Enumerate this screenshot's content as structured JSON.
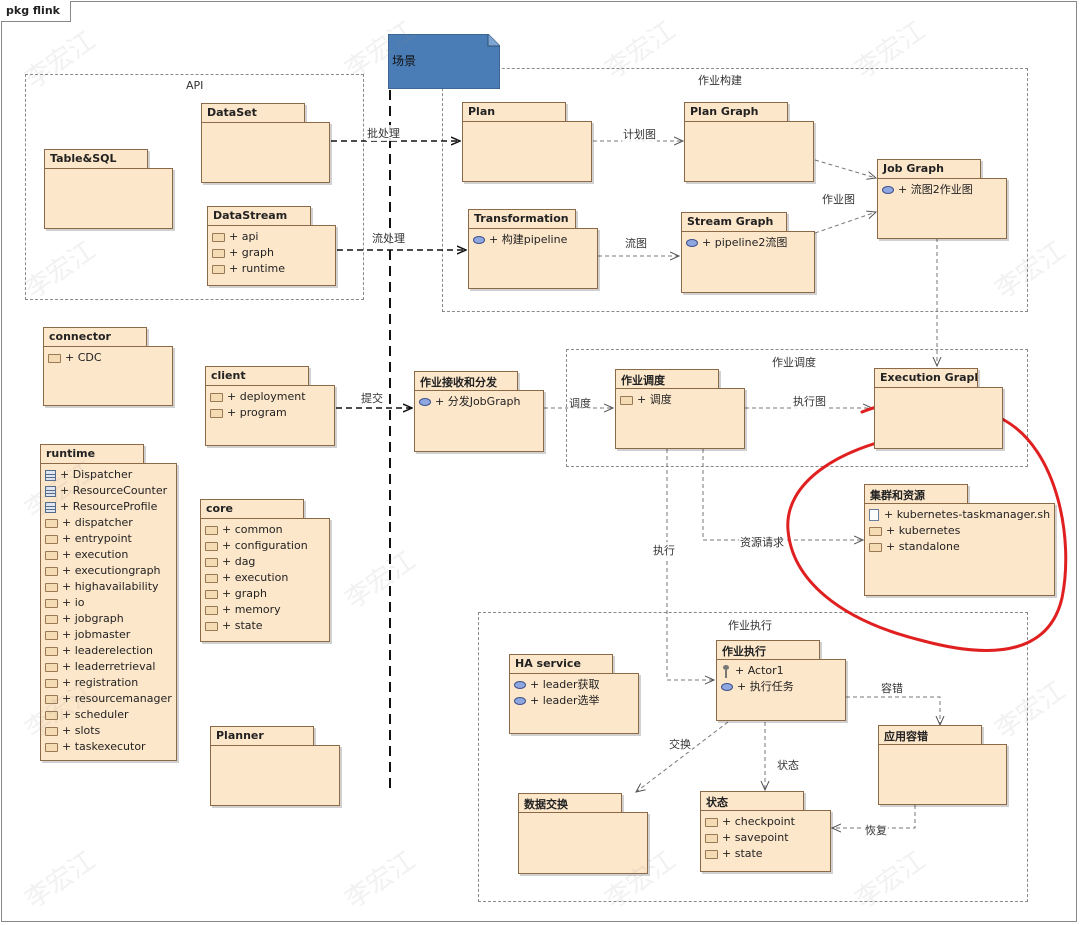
{
  "frame": {
    "title": "pkg flink"
  },
  "note": {
    "text": "场景"
  },
  "regions": {
    "api": "API",
    "build": "作业构建",
    "schedule": "作业调度",
    "execute": "作业执行"
  },
  "packages": {
    "dataset": {
      "name": "DataSet",
      "items": []
    },
    "table_sql": {
      "name": "Table&SQL",
      "items": []
    },
    "datastream": {
      "name": "DataStream",
      "items": [
        "+ api",
        "+ graph",
        "+ runtime"
      ]
    },
    "connector": {
      "name": "connector",
      "items": [
        "+ CDC"
      ]
    },
    "client": {
      "name": "client",
      "items": [
        "+ deployment",
        "+ program"
      ]
    },
    "runtime": {
      "name": "runtime",
      "classes": [
        "+ Dispatcher",
        "+ ResourceCounter",
        "+ ResourceProfile"
      ],
      "items": [
        "+ dispatcher",
        "+ entrypoint",
        "+ execution",
        "+ executiongraph",
        "+ highavailability",
        "+ io",
        "+ jobgraph",
        "+ jobmaster",
        "+ leaderelection",
        "+ leaderretrieval",
        "+ registration",
        "+ resourcemanager",
        "+ scheduler",
        "+ slots",
        "+ taskexecutor"
      ]
    },
    "core": {
      "name": "core",
      "items": [
        "+ common",
        "+ configuration",
        "+ dag",
        "+ execution",
        "+ graph",
        "+ memory",
        "+ state"
      ]
    },
    "planner": {
      "name": "Planner",
      "items": []
    },
    "plan": {
      "name": "Plan",
      "items": []
    },
    "plan_graph": {
      "name": "Plan Graph",
      "items": []
    },
    "job_graph": {
      "name": "Job Graph",
      "uses": [
        "+ 流图2作业图"
      ]
    },
    "transformation": {
      "name": "Transformation",
      "uses": [
        "+ 构建pipeline"
      ]
    },
    "stream_graph": {
      "name": "Stream Graph",
      "uses": [
        "+ pipeline2流图"
      ]
    },
    "job_receive": {
      "name": "作业接收和分发",
      "uses": [
        "+ 分发JobGraph"
      ]
    },
    "job_schedule": {
      "name": "作业调度",
      "items": [
        "+ 调度"
      ]
    },
    "execution_graph": {
      "name": "Execution Graph",
      "items": []
    },
    "cluster": {
      "name": "集群和资源",
      "files": [
        "+ kubernetes-taskmanager.sh"
      ],
      "items": [
        "+ kubernetes",
        "+ standalone"
      ]
    },
    "ha_service": {
      "name": "HA service",
      "uses": [
        "+ leader获取",
        "+ leader选举"
      ]
    },
    "job_exec": {
      "name": "作业执行",
      "actors": [
        "+ Actor1"
      ],
      "uses": [
        "+ 执行任务"
      ]
    },
    "fault_tolerance": {
      "name": "应用容错",
      "items": []
    },
    "data_exchange": {
      "name": "数据交换",
      "items": []
    },
    "state": {
      "name": "状态",
      "items": [
        "+ checkpoint",
        "+ savepoint",
        "+ state"
      ]
    }
  },
  "edges": {
    "batch": "批处理",
    "plan_graph": "计划图",
    "job_graph": "作业图",
    "stream": "流处理",
    "stream_graph": "流图",
    "submit": "提交",
    "schedule": "调度",
    "exec_graph": "执行图",
    "resource_request": "资源请求",
    "execute": "执行",
    "fault_tolerance": "容错",
    "exchange": "交换",
    "state": "状态",
    "recover": "恢复"
  },
  "watermark": {
    "text": "李宏江"
  },
  "colors": {
    "package_fill": "#fde7cb",
    "package_border": "#8c6a48",
    "note_fill": "#4a7db5",
    "annotation": "#e02020"
  }
}
